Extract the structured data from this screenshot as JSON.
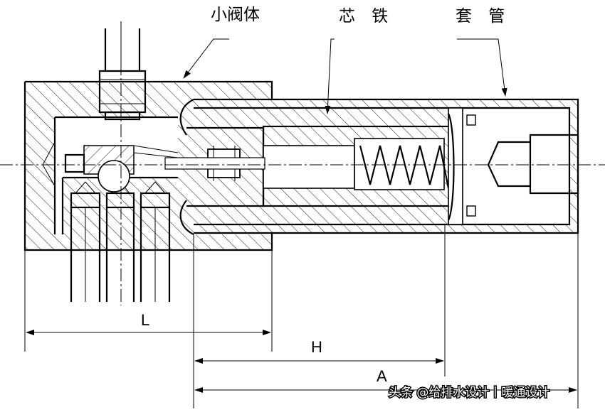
{
  "labels": {
    "valve_body": "小阀体",
    "core_iron": "芯 铁",
    "sleeve": "套 管"
  },
  "dimensions": {
    "L": "L",
    "H": "H",
    "A": "A"
  },
  "watermark": "头条 @给排水设计丨暖通设计"
}
